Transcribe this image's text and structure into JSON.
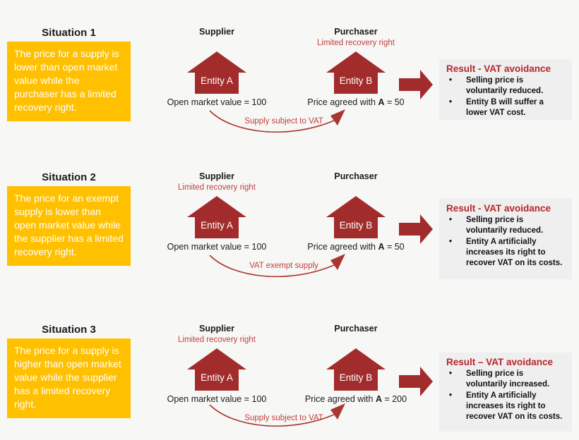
{
  "colors": {
    "yellow": "#FFC000",
    "house_red": "#A22C2C",
    "text_red": "#C0413B",
    "arc_red": "#A93630",
    "result_red": "#B5262C",
    "result_bg": "#EFEFEF"
  },
  "situations": [
    {
      "title": "Situation 1",
      "description": "The price for a supply is lower than open market value while the purchaser has a limited recovery right.",
      "supplier": {
        "label": "Supplier",
        "note": "",
        "entity": "Entity A",
        "value": "Open market value = 100"
      },
      "purchaser": {
        "label": "Purchaser",
        "note": "Limited recovery right",
        "entity": "Entity B",
        "price_prefix": "Price agreed with ",
        "price_bold": "A",
        "price_suffix": " = 50"
      },
      "flow_label": "Supply subject to VAT",
      "result": {
        "title": "Result - VAT avoidance",
        "bullets": [
          "Selling price is voluntarily reduced.",
          "Entity B will suffer a lower VAT cost."
        ]
      }
    },
    {
      "title": "Situation 2",
      "description": "The price for an exempt supply is lower than open market value while the supplier has a limited recovery right.",
      "supplier": {
        "label": "Supplier",
        "note": "Limited recovery right",
        "entity": "Entity A",
        "value": "Open market value = 100"
      },
      "purchaser": {
        "label": "Purchaser",
        "note": "",
        "entity": "Entity B",
        "price_prefix": "Price agreed with ",
        "price_bold": "A",
        "price_suffix": " = 50"
      },
      "flow_label": "VAT exempt supply",
      "result": {
        "title": "Result - VAT avoidance",
        "bullets": [
          "Selling price is voluntarily reduced.",
          "Entity A artificially increases its right to recover VAT on its costs."
        ]
      }
    },
    {
      "title": "Situation 3",
      "description": "The price for a supply is higher than open market value while the supplier has a limited recovery right.",
      "supplier": {
        "label": "Supplier",
        "note": "Limited recovery right",
        "entity": "Entity A",
        "value": "Open market value = 100"
      },
      "purchaser": {
        "label": "Purchaser",
        "note": "",
        "entity": "Entity B",
        "price_prefix": "Price agreed with ",
        "price_bold": "A",
        "price_suffix": " = 200"
      },
      "flow_label": "Supply subject to VAT",
      "result": {
        "title": "Result – VAT avoidance",
        "bullets": [
          "Selling price is voluntarily increased.",
          "Entity A artificially increases its right to recover VAT on its costs."
        ]
      }
    }
  ]
}
